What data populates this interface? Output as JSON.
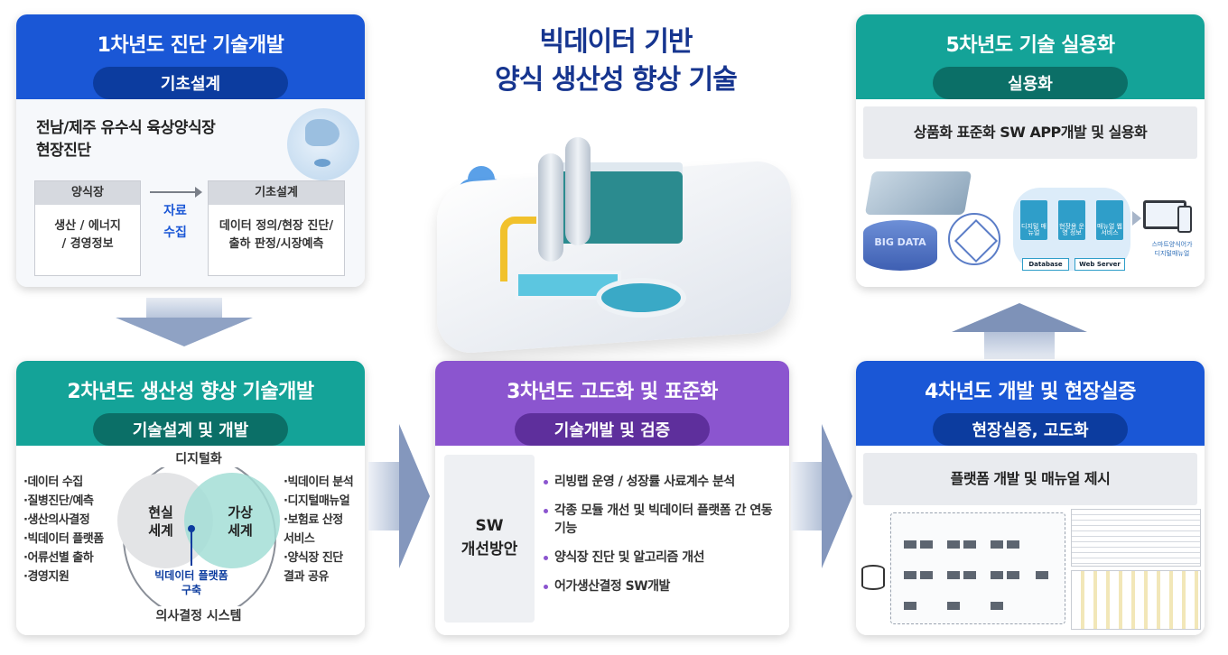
{
  "main_title": {
    "line1": "빅데이터 기반",
    "line2": "양식 생산성 향상 기술"
  },
  "year1": {
    "title": "1차년도 진단 기술개발",
    "subtitle": "기초설계",
    "heading_line1": "전남/제주 유수식 육상양식장",
    "heading_line2": "현장진단",
    "table_left": {
      "header": "양식장",
      "line1": "생산 / 에너지",
      "line2": "/ 경영정보"
    },
    "collect_line1": "자료",
    "collect_line2": "수집",
    "table_right": {
      "header": "기초설계",
      "line1": "데이터 정의/현장 진단/",
      "line2": "출하 판정/시장예측"
    }
  },
  "year2": {
    "title": "2차년도 생산성 향상 기술개발",
    "subtitle": "기술설계 및 개발",
    "left_items": [
      "·데이터 수집",
      "·질병진단/예측",
      "·생산의사결정",
      "·빅데이터 플랫폼",
      "·어류선별 출하",
      "·경영지원"
    ],
    "right_items": [
      "·빅데이터 분석",
      "·디지털매뉴얼",
      "·보험료 산정",
      " 서비스",
      "·양식장 진단",
      " 결과 공유"
    ],
    "cycle_top": "디지털화",
    "cycle_bottom": "의사결정 시스템",
    "real_line1": "현실",
    "real_line2": "세계",
    "virtual_line1": "가상",
    "virtual_line2": "세계",
    "platform_line1": "빅데이터 플랫폼",
    "platform_line2": "구축"
  },
  "year3": {
    "title": "3차년도 고도화 및 표준화",
    "subtitle": "기술개발 및 검증",
    "sw_line1": "SW",
    "sw_line2": "개선방안",
    "items": [
      "리빙랩 운영 / 성장률 사료계수 분석",
      "각종 모듈 개선 및 빅데이터 플랫폼 간 연동 기능",
      "양식장 진단 및 알고리즘 개선",
      "어가생산결정 SW개발"
    ]
  },
  "year4": {
    "title": "4차년도 개발 및 현장실증",
    "subtitle": "현장실증, 고도화",
    "band": "플랫폼 개발 및 매뉴얼 제시"
  },
  "year5": {
    "title": "5차년도 기술 실용화",
    "subtitle": "실용화",
    "band": "상품화 표준화 SW APP개발 및 실용화",
    "drum_text": "BIG DATA",
    "app_boxes": [
      "디지털 매뉴얼",
      "현장용 운영 정보",
      "매뉴얼 웹 서비스"
    ],
    "db_label": "Database",
    "server_label": "Web Server",
    "smart_line1": "스마트양식어가",
    "smart_line2": "디지털매뉴얼"
  },
  "colors": {
    "blue": "#1a57d6",
    "teal": "#14a398",
    "purple": "#8b55cf",
    "title_navy": "#16358f"
  }
}
